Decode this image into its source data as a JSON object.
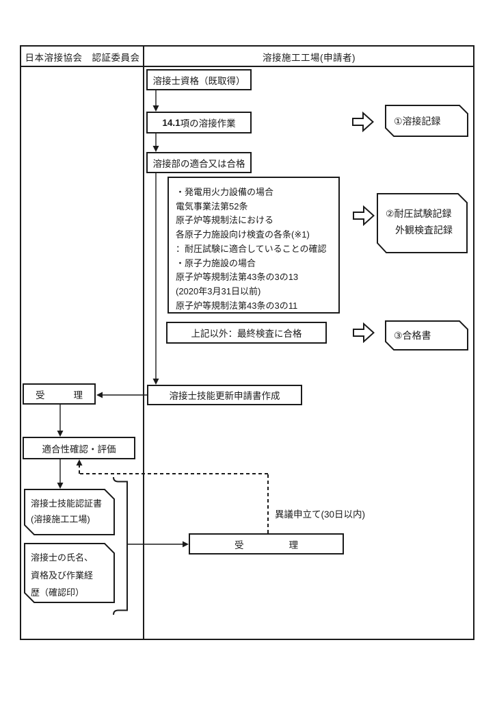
{
  "header": {
    "left_org": "日本溶接協会　認証委員会",
    "right_org": "溶接施工工場(申請者)"
  },
  "steps": {
    "qualification": "溶接士資格（既取得）",
    "welding_work_num": "14.1",
    "welding_work_rest": "項の溶接作業",
    "weld_conformity": "溶接部の適合又は合格",
    "law_notes": [
      "・発電用火力設備の場合",
      "電気事業法第52条",
      "原子炉等規制法における",
      "各原子力施設向け検査の各条(※1)",
      "：耐圧試験に適合していることの確認",
      "・原子力施設の場合",
      "原子炉等規制法第43条の3の13",
      "(2020年3月31日以前)",
      "原子炉等規制法第43条の3の11"
    ],
    "other_final": "上記以外：最終検査に合格",
    "renewal_application": "溶接士技能更新申請書作成",
    "acceptance_left": {
      "first": "受",
      "second": "理"
    },
    "conformity_eval": "適合性確認・評価",
    "cert_card": [
      "溶接士技能認証書",
      "(溶接施工工場)"
    ],
    "welder_card": [
      "溶接士の氏名、",
      "資格及び作業経",
      "歴（確認印）"
    ],
    "acceptance_right": {
      "first": "受",
      "second": "理"
    },
    "objection_label": "異議申立て(30日以内)"
  },
  "outputs": {
    "record1": "①溶接記録",
    "record2_line1": "②耐圧試験記録",
    "record2_line2": "外観検査記録",
    "record3": "③合格書"
  },
  "colors": {
    "line": "#1a1a1a",
    "background": "#ffffff"
  }
}
